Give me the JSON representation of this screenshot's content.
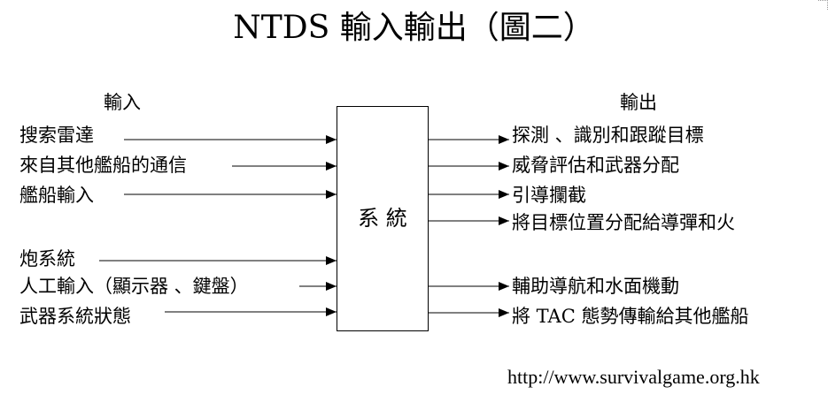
{
  "title": "NTDS 輸入輸出（圖二）",
  "input_header": "輸入",
  "output_header": "輸出",
  "system_label": "系 統",
  "inputs": [
    "搜索雷達",
    "來自其他艦船的通信",
    "艦船輸入",
    "炮系統",
    "人工輸入（顯示器 、鍵盤）",
    "武器系統狀態"
  ],
  "outputs": [
    "探測 、識別和跟蹤目標",
    "威脅評估和武器分配",
    "引導攔截",
    "將目標位置分配給導彈和火",
    "輔助導航和水面機動",
    "將 TAC 態勢傳輸給其他艦船"
  ],
  "source_url": "http://www.survivalgame.org.hk"
}
